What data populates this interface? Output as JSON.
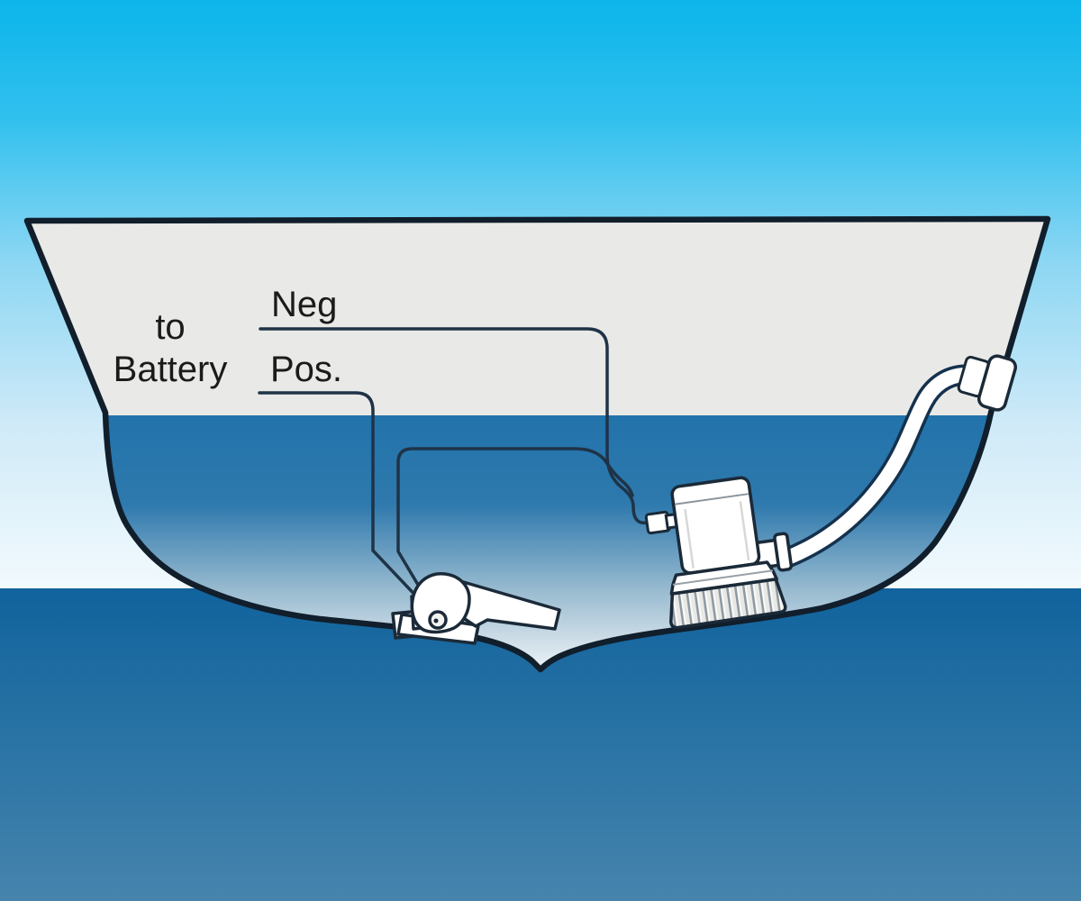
{
  "diagram": {
    "title": "bilge pump and float switch wiring in boat hull cross-section",
    "labels": {
      "battery_line1": "to",
      "battery_line2": "Battery",
      "negative_wire": "Neg",
      "positive_wire": "Pos."
    },
    "colors": {
      "sky_top": "#0cb5ea",
      "sky_horizon": "#f2fafd",
      "sea_top": "#11639d",
      "sea_bottom": "#4684ad",
      "hull_interior_gray": "#e9e9e7",
      "bilge_water_top": "#2273ab",
      "bilge_water_bottom": "#edf2f5",
      "hull_outline": "#111e2b",
      "wire": "#1f3347",
      "hardware_fill": "#ffffff",
      "hardware_outline": "#1b2a38",
      "label_text": "#1b1b1b"
    }
  }
}
